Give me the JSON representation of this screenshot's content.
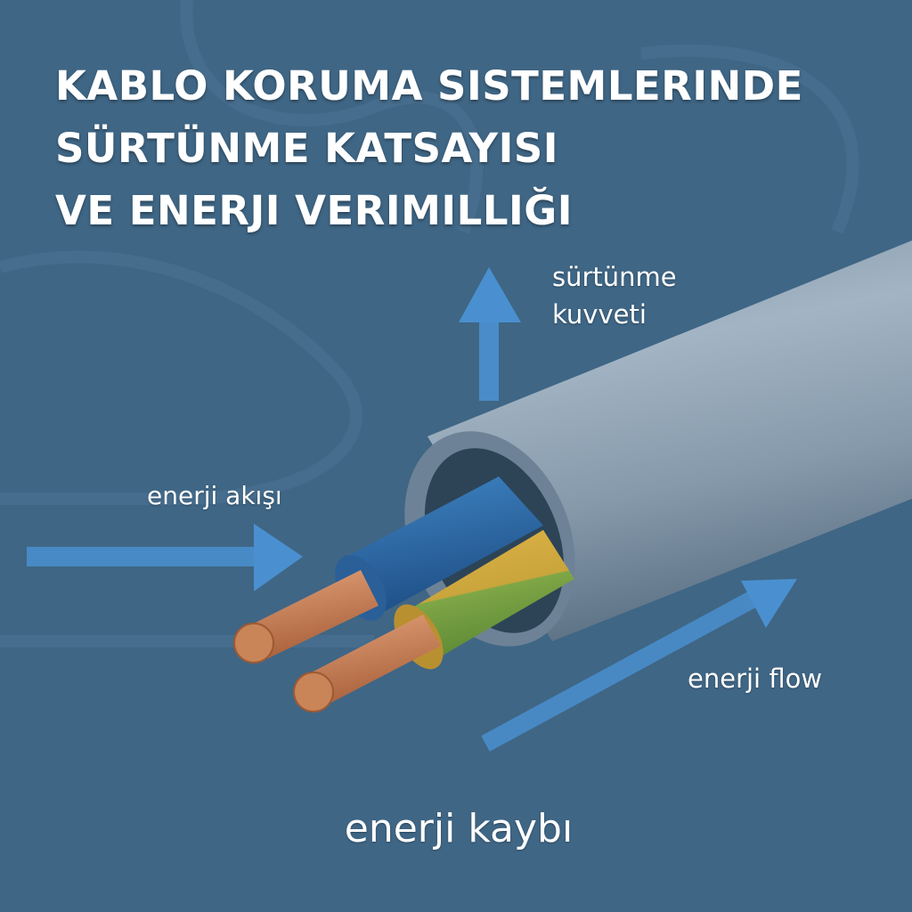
{
  "title": {
    "lines": [
      "KABLO KORUMA SISTEMLERINDE",
      "SÜRTÜNME KATSAYISI",
      "VE ENERJI VERIMILLIĞI"
    ]
  },
  "labels": {
    "friction_line1": "sürtünme",
    "friction_line2": "kuvveti",
    "energy_flow_in": "enerji akışı",
    "energy_flow_out": "enerji flow",
    "energy_loss": "enerji kaybı"
  },
  "colors": {
    "background": "#3f6685",
    "arrow": "#4a90d0",
    "conduit": "#8fa3b4",
    "blue_wire": "#2f6fae",
    "yellow_green_wire": "#c9a53c",
    "copper": "#c98458"
  }
}
